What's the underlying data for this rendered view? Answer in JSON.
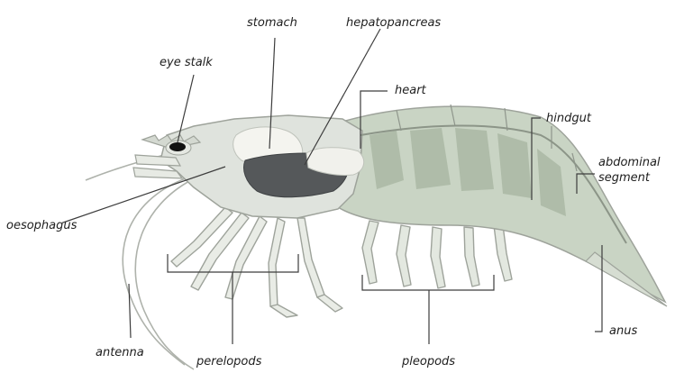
{
  "labels": {
    "stomach": "stomach",
    "hepatopancreas": "hepatopancreas",
    "eye_stalk": "eye stalk",
    "heart": "heart",
    "hindgut": "hindgut",
    "abdominal_segment_line1": "abdominal",
    "abdominal_segment_line2": "segment",
    "oesophagus": "oesophagus",
    "antenna": "antenna",
    "perelopods": "perelopods",
    "pleopods": "pleopods",
    "anus": "anus"
  },
  "colors": {
    "body_fill": "#dfe3dd",
    "body_outline": "#9ea39b",
    "abdomen_fill": "#c9d4c4",
    "muscle_fill": "#a7b5a0",
    "hepatopancreas_fill": "#55585a",
    "stomach_fill": "#f4f4ef",
    "heart_fill": "#f1f1ec",
    "eye_fill": "#111111",
    "leader_line": "#3d3d3d",
    "label_text": "#1e1e1e"
  }
}
